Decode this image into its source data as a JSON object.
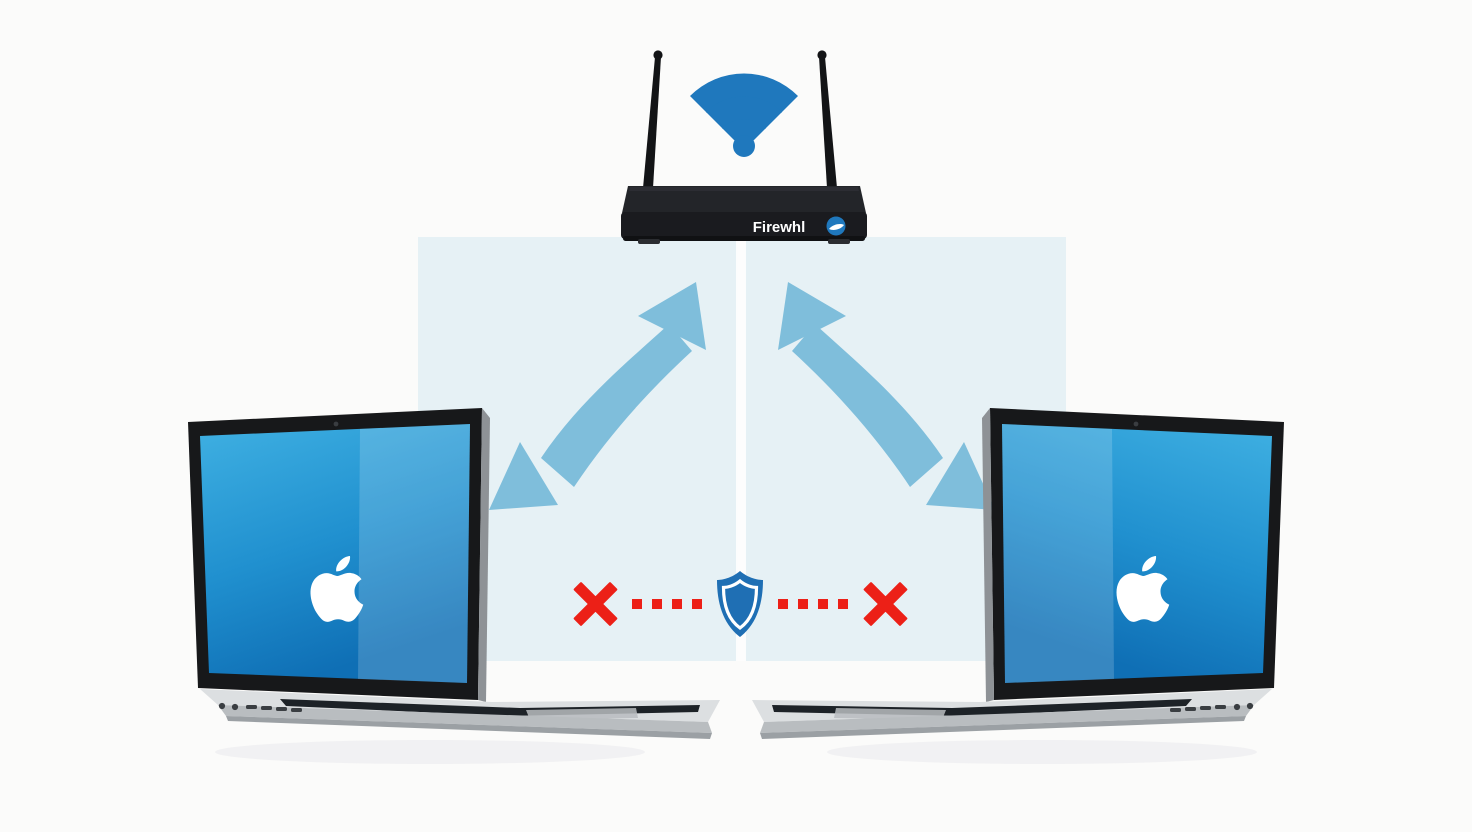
{
  "scene": {
    "title": "Wireless router with client isolation between two laptops",
    "background_color": "#fbfbfa"
  },
  "router": {
    "brand_label": "Firewhl",
    "logo_icon": "firewhl-swirl-icon",
    "body_color": "#1b1c1f",
    "antenna_color": "#141416",
    "antenna_count": 2,
    "wifi_icon": {
      "name": "wifi-signal-icon",
      "color": "#1f78bd",
      "arc_count": 3,
      "has_dot": true
    }
  },
  "panels": {
    "fill_color": "#e2eff4",
    "left_label": "",
    "right_label": "",
    "seam_color": "#fdfdfd"
  },
  "arrows": {
    "color": "#7fbedb",
    "left": {
      "name": "bidirectional-arrow-left",
      "direction": "double-headed",
      "orientation": "up-right-to-down-left"
    },
    "right": {
      "name": "bidirectional-arrow-right",
      "direction": "double-headed",
      "orientation": "up-left-to-down-right"
    }
  },
  "block_indicator": {
    "shield": {
      "name": "security-shield-icon",
      "fill_color": "#1f6fb4",
      "outline_color": "#ffffff"
    },
    "x_marks": [
      {
        "name": "blocked-left-icon",
        "color": "#ec2017"
      },
      {
        "name": "blocked-right-icon",
        "color": "#ec2017"
      }
    ],
    "dot_color": "#ec2017",
    "dots_per_side": 4
  },
  "laptops": [
    {
      "name": "laptop-left",
      "brand_icon": "apple-logo-icon",
      "screen_color_top": "#3ba7dd",
      "screen_color_bottom": "#1479bf",
      "bezel_color": "#17181a",
      "body_color": "#c9ccce",
      "keyboard_color": "#1d2227",
      "facing": "right"
    },
    {
      "name": "laptop-right",
      "brand_icon": "apple-logo-icon",
      "screen_color_top": "#3ba7dd",
      "screen_color_bottom": "#1479bf",
      "bezel_color": "#17181a",
      "body_color": "#c9ccce",
      "keyboard_color": "#1d2227",
      "facing": "left"
    }
  ]
}
